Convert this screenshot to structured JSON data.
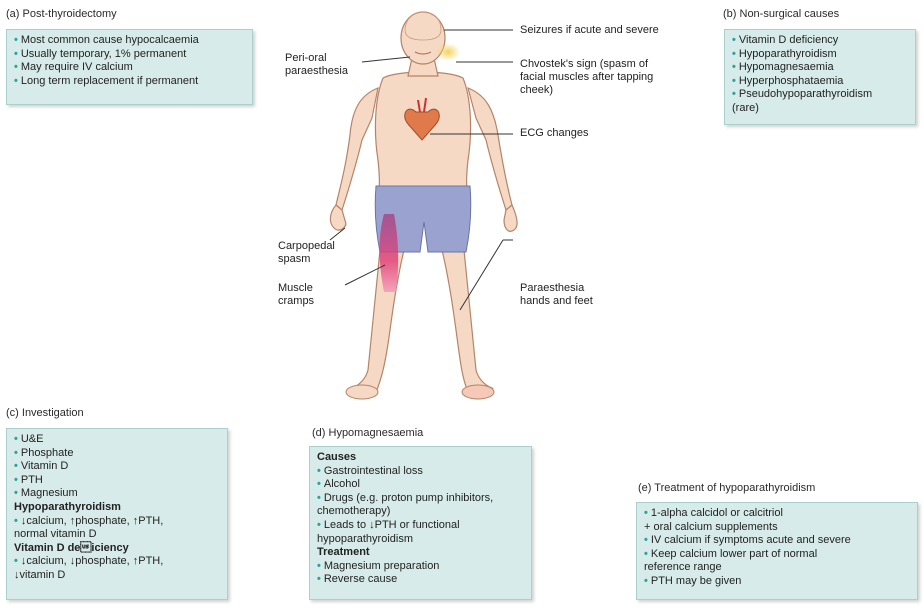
{
  "sections": {
    "a": {
      "title": "(a) Post-thyroidectomy",
      "items": [
        "Most common cause hypocalcaemia",
        "Usually temporary, 1% permanent",
        "May require IV calcium",
        "Long term replacement if permanent"
      ]
    },
    "b": {
      "title": "(b) Non-surgical causes",
      "items": [
        "Vitamin D deficiency",
        "Hypoparathyroidism",
        "Hypomagnesaemia",
        "Hyperphosphataemia",
        "Pseudohypoparathyroidism"
      ],
      "note": "(rare)"
    },
    "c": {
      "title": "(c) Investigation",
      "items": [
        "U&E",
        "Phosphate",
        "Vitamin D",
        "PTH",
        "Magnesium"
      ],
      "hypo_heading": "Hypoparathyroidism",
      "hypo_line1": "↓calcium, ↑phosphate, ↑PTH,",
      "hypo_line2": "normal vitamin D",
      "vitd_heading": "Vitamin D de\u001ficiency",
      "vitd_line1": "↓calcium, ↓phosphate, ↑PTH,",
      "vitd_line2": "↓vitamin D"
    },
    "d": {
      "title": "(d) Hypomagnesaemia",
      "causes_heading": "Causes",
      "cause1": "Gastrointestinal loss",
      "cause2": "Alcohol",
      "cause3_line1": "Drugs (e.g. proton pump inhibitors,",
      "cause3_line2": "chemotherapy)",
      "cause4_line1": "Leads to ↓PTH or functional",
      "cause4_line2": "hypoparathyroidism",
      "treatment_heading": "Treatment",
      "treat1": "Magnesium preparation",
      "treat2": "Reverse cause"
    },
    "e": {
      "title": "(e) Treatment of hypoparathyroidism",
      "item1_line1": "1-alpha calcidol or calcitriol",
      "item1_line2": "+ oral calcium supplements",
      "item2": "IV calcium if symptoms acute and severe",
      "item3_line1": "Keep calcium lower part of normal",
      "item3_line2": "reference range",
      "item4": "PTH may be given"
    }
  },
  "callouts": {
    "seizures": "Seizures if acute and severe",
    "perioral_1": "Peri-oral",
    "perioral_2": "paraesthesia",
    "chvostek_1": "Chvostek's sign (spasm of",
    "chvostek_2": "facial muscles after tapping",
    "chvostek_3": "cheek)",
    "ecg": "ECG changes",
    "carpopedal_1": "Carpopedal",
    "carpopedal_2": "spasm",
    "cramps_1": "Muscle",
    "cramps_2": "cramps",
    "paraesthesia_1": "Paraesthesia",
    "paraesthesia_2": "hands and feet"
  },
  "colors": {
    "box_fill": "#d7ecea",
    "bullet": "#2aa39b",
    "skin": "#f6d9c4",
    "shorts": "#9aa3cf",
    "heart": "#e07a4a"
  }
}
